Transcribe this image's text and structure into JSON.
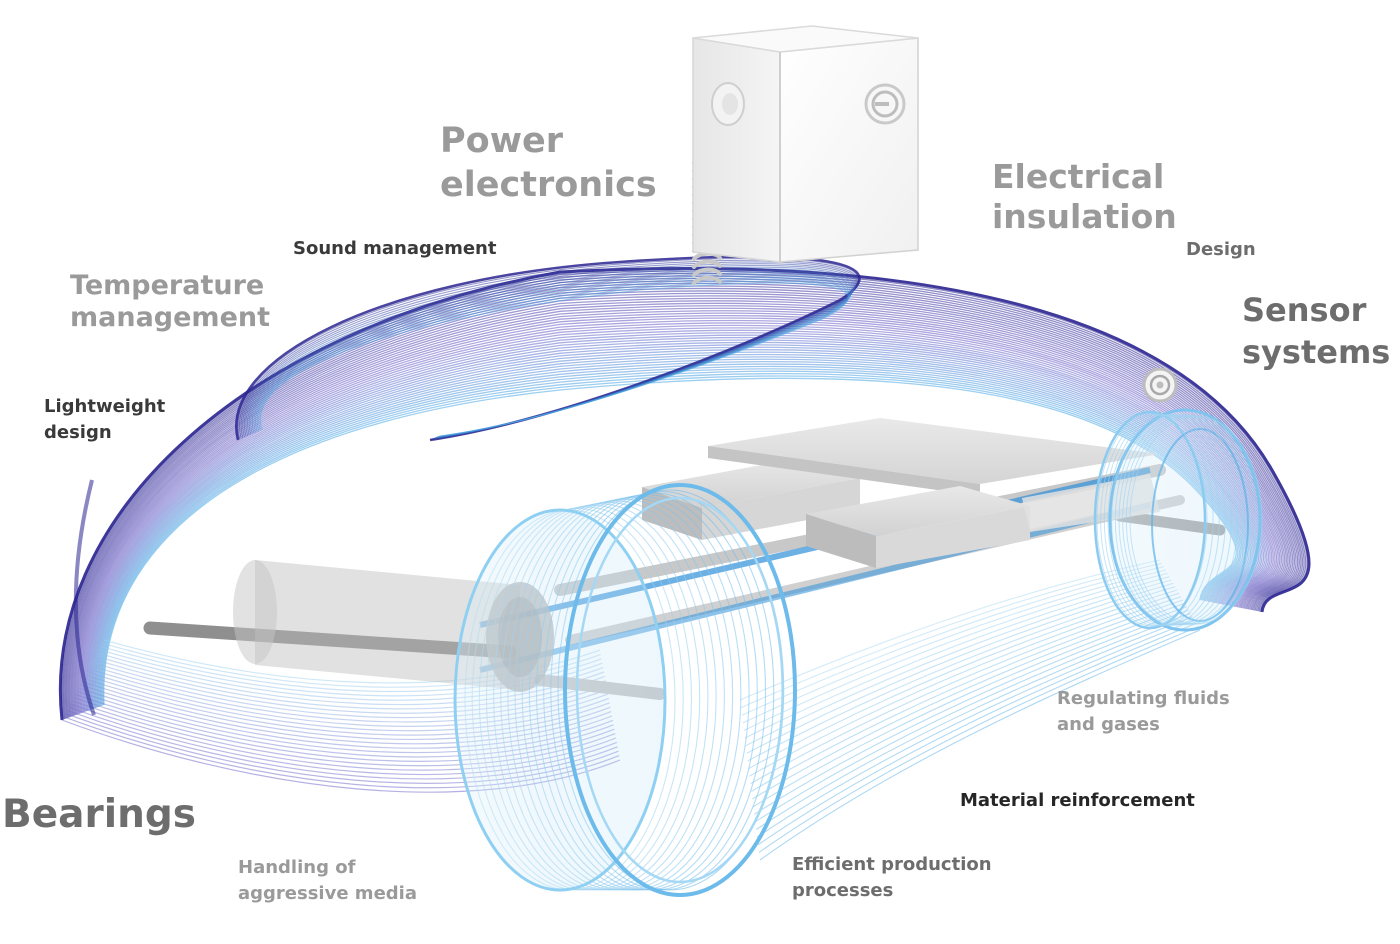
{
  "labels": {
    "power_electronics": [
      "Power",
      "electronics"
    ],
    "electrical_insulation": [
      "Electrical",
      "insulation"
    ],
    "sound_management": "Sound management",
    "design": "Design",
    "temperature_management": [
      "Temperature",
      "management"
    ],
    "sensor_systems": [
      "Sensor",
      "systems"
    ],
    "lightweight_design": [
      "Lightweight",
      "design"
    ],
    "bearings": "Bearings",
    "regulating_fluids": [
      "Regulating fluids",
      "and gases"
    ],
    "material_reinforcement": "Material reinforcement",
    "efficient_production": [
      "Efficient production",
      "processes"
    ],
    "aggressive_media": [
      "Handling of",
      "aggressive media"
    ]
  },
  "colors": {
    "label_light": "#9a9a9a",
    "label_mid": "#6d6d6d",
    "label_dark": "#3a3a3a",
    "label_black": "#262626",
    "line_deep": "#2a2490",
    "line_purple": "#6c62c8",
    "line_blue": "#4aa8e4",
    "line_light": "#9fd3f2",
    "component_grey": "#c8c8c8"
  },
  "icons": {
    "charger": "power-outlet-box-icon",
    "outlet": "electric-outlet-icon",
    "sensor": "sensor-ring-icon"
  }
}
